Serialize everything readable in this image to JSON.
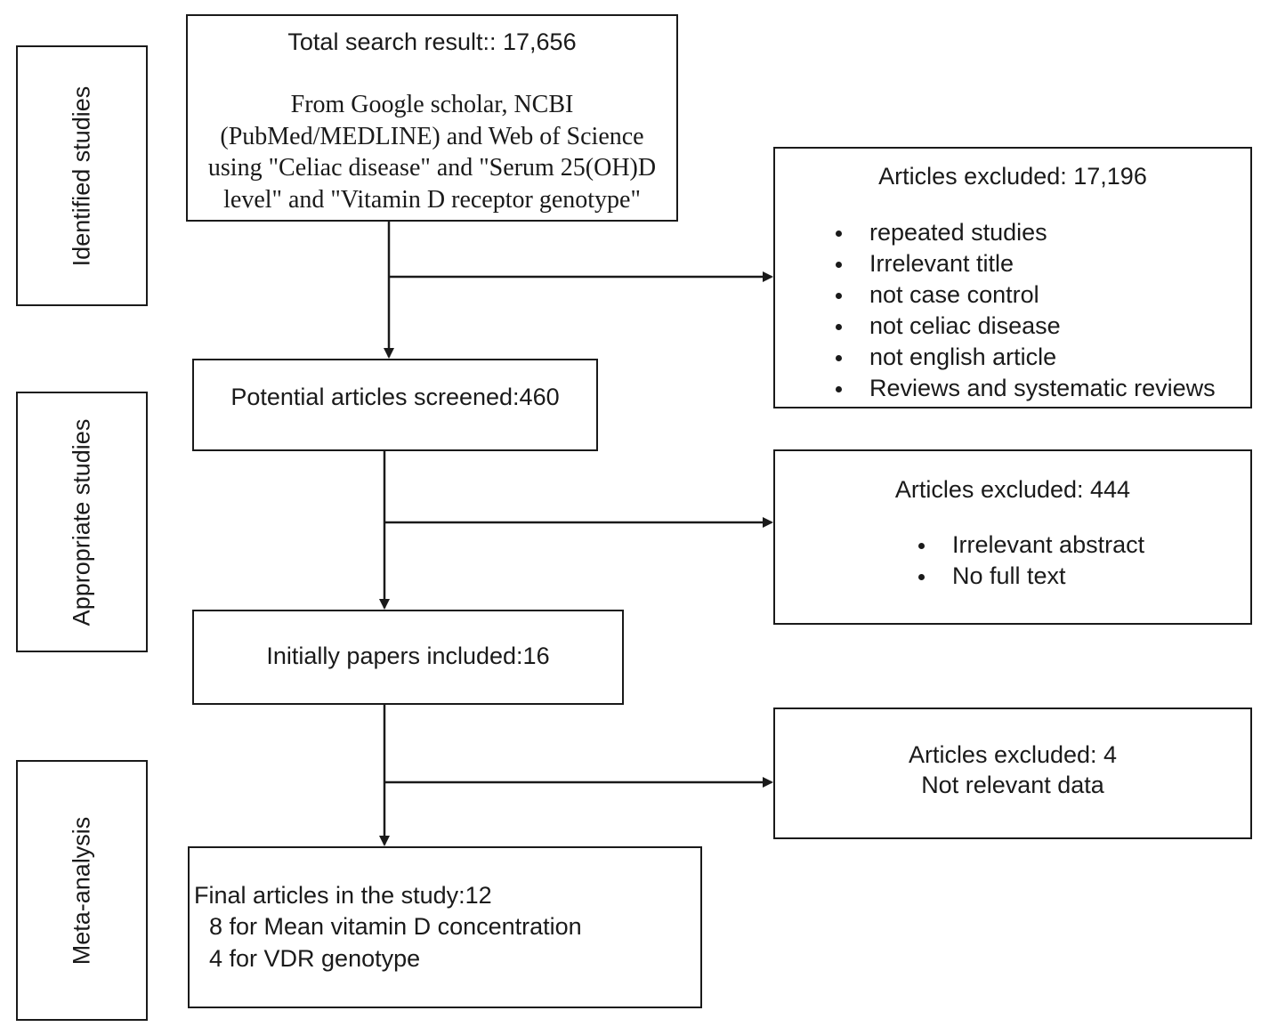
{
  "side_labels": {
    "identified": "Identified studies",
    "appropriate": "Appropriate studies",
    "meta": "Meta-analysis"
  },
  "search": {
    "total": "Total search result:: 17,656",
    "line1": "From Google scholar, NCBI",
    "line2": "(PubMed/MEDLINE) and Web of Science",
    "line3": "using \"Celiac disease\" and \"Serum 25(OH)D",
    "line4": "level\" and \"Vitamin D receptor genotype\""
  },
  "excluded1": {
    "title": "Articles excluded: 17,196",
    "items": [
      "repeated studies",
      "Irrelevant title",
      "not case control",
      "not celiac disease",
      "not english article",
      "Reviews and systematic reviews"
    ]
  },
  "screened": {
    "label": "Potential articles screened:460"
  },
  "excluded2": {
    "title": "Articles excluded: 444",
    "items": [
      "Irrelevant abstract",
      "No full text"
    ]
  },
  "initial": {
    "label": "Initially papers included:16"
  },
  "excluded3": {
    "title": "Articles excluded: 4",
    "subtitle": "Not relevant data"
  },
  "final": {
    "line1": "Final articles in the study:12",
    "line2": "8 for Mean vitamin D concentration",
    "line3": "4 for VDR genotype"
  }
}
